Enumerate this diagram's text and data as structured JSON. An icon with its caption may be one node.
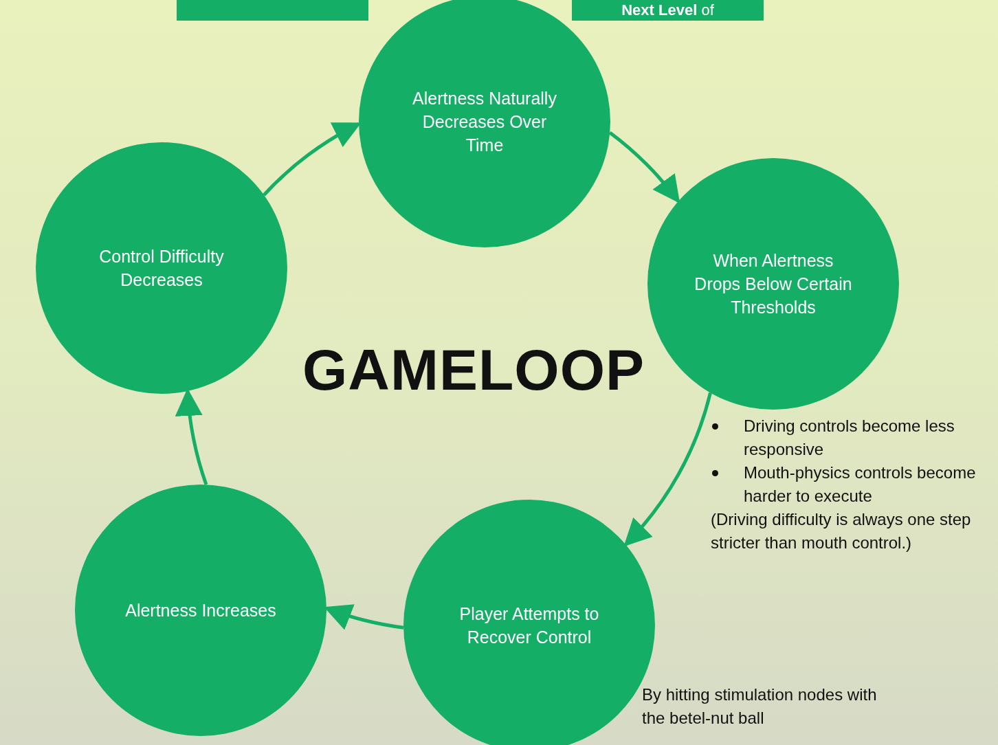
{
  "diagram": {
    "title": "GAMELOOP",
    "nodes": [
      {
        "text": [],
        "shape": "box"
      },
      {
        "text": [
          "**Next Level** of"
        ]
      },
      {
        "text": [
          "Alertness Naturally Decreases Over Time"
        ]
      },
      {
        "text": [
          "When Alertness Drops Below Certain Thresholds"
        ],
        "beside": [
          "Driving controls become less responsive",
          "Mouth-physics controls become harder to execute",
          "(Driving difficulty is always one step stricter than mouth control.)"
        ]
      },
      {
        "text": [
          "Player Attempts to Recover Control"
        ],
        "beside": [
          "By hitting stimulation nodes with the betel-nut ball"
        ]
      },
      {
        "text": [
          "Alertness Increases"
        ]
      },
      {
        "text": [
          "Control Difficulty Decreases"
        ]
      }
    ],
    "edges": [
      {
        "from": 2,
        "to": 3,
        "arrow": "to"
      },
      {
        "from": 3,
        "to": 4,
        "arrow": "to"
      },
      {
        "from": 4,
        "to": 5,
        "arrow": "to"
      },
      {
        "from": 5,
        "to": 6,
        "arrow": "to"
      },
      {
        "from": 6,
        "to": 2,
        "arrow": "to"
      }
    ]
  }
}
